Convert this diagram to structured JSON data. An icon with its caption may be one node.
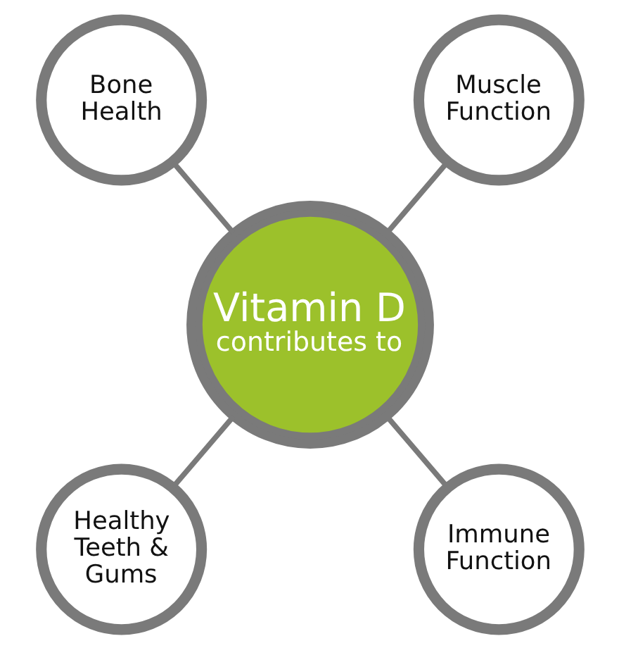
{
  "diagram": {
    "nodes": [
      {
        "text": [
          "Bone Health"
        ]
      },
      {
        "text": [
          "Muscle Function"
        ]
      },
      {
        "text": [
          "Vitamin D",
          "contributes to"
        ]
      },
      {
        "text": [
          "Healthy Teeth & Gums"
        ]
      },
      {
        "text": [
          "Immune Function"
        ]
      }
    ],
    "edges": [
      {
        "from": 0,
        "to": 2,
        "arrow": "none"
      },
      {
        "from": 1,
        "to": 2,
        "arrow": "none"
      },
      {
        "from": 2,
        "to": 3,
        "arrow": "none"
      },
      {
        "from": 2,
        "to": 4,
        "arrow": "none"
      }
    ]
  }
}
